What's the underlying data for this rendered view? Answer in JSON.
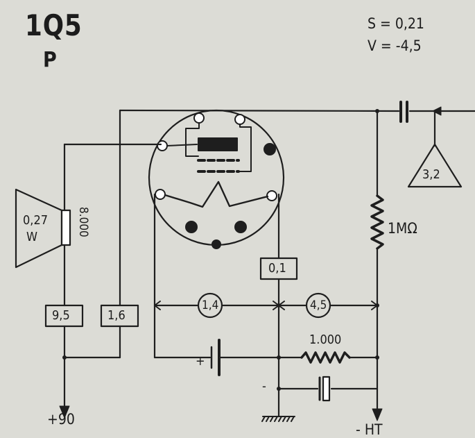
{
  "header": {
    "tube_type": "1Q5",
    "tube_suffix": "P",
    "param_s": "S = 0,21",
    "param_v": "V = -4,5"
  },
  "speaker": {
    "power": "0,27",
    "power_unit": "W",
    "impedance": "8.000"
  },
  "boxes": {
    "plate_current": "9,5",
    "screen_current": "1,6",
    "grid_cap": "0,1"
  },
  "circles": {
    "filament_voltage": "1,4",
    "bias_voltage": "4,5"
  },
  "input_triangle": "3,2",
  "resistors": {
    "grid_leak": "1MΩ",
    "cathode": "1.000"
  },
  "terminals": {
    "plus_ht": "+90",
    "minus_ht": "- HT",
    "battery_plus": "+",
    "cap_minus": "-"
  }
}
